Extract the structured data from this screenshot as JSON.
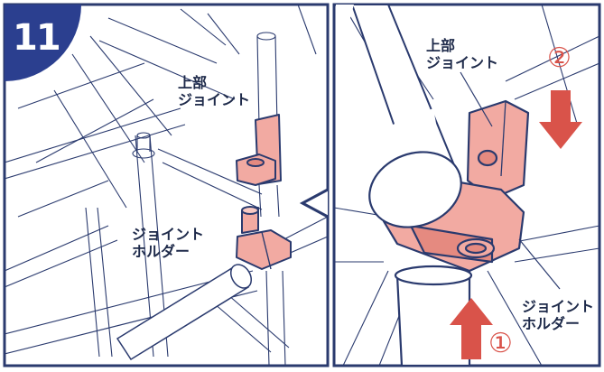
{
  "step": {
    "number": "11"
  },
  "labels": {
    "left_upper_joint": "上部\nジョイント",
    "left_joint_holder": "ジョイント\nホルダー",
    "right_upper_joint": "上部\nジョイント",
    "right_joint_holder": "ジョイント\nホルダー"
  },
  "markers": {
    "down": "②",
    "up": "①"
  },
  "colors": {
    "outline": "#2a3a6e",
    "part": "#f2aaa2",
    "part_dark": "#e58a80",
    "arrow": "#d9534a",
    "badge": "#2b3f8f"
  }
}
